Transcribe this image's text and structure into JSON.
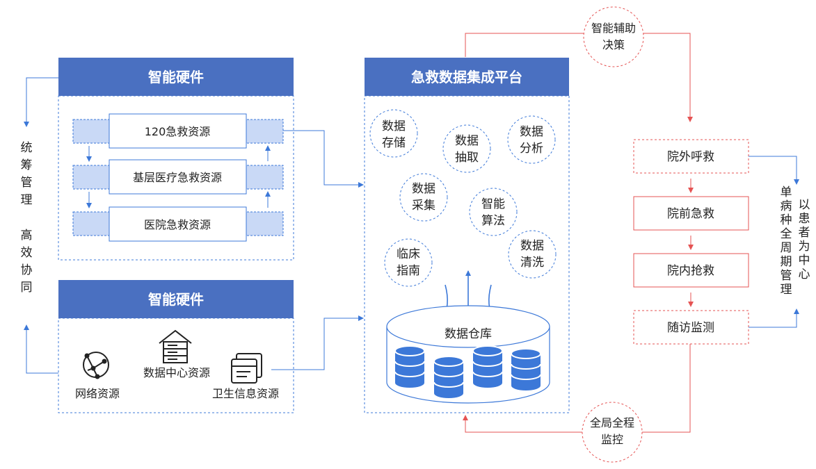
{
  "left_top": {
    "header": "智能硬件",
    "rows": [
      "120急救资源",
      "基层医疗急救资源",
      "医院急救资源"
    ]
  },
  "left_bottom": {
    "header": "智能硬件",
    "items": [
      {
        "label": "网络资源",
        "icon": "network-globe-icon"
      },
      {
        "label": "数据中心资源",
        "icon": "data-center-icon"
      },
      {
        "label": "卫生信息资源",
        "icon": "window-stack-icon"
      }
    ]
  },
  "side_left": {
    "upper": [
      "统",
      "筹",
      "管",
      "理"
    ],
    "lower": [
      "高",
      "效",
      "协",
      "同"
    ]
  },
  "platform": {
    "header": "急救数据集成平台",
    "bubbles": [
      [
        "数据",
        "存储"
      ],
      [
        "数据",
        "抽取"
      ],
      [
        "数据",
        "分析"
      ],
      [
        "数据",
        "采集"
      ],
      [
        "智能",
        "算法"
      ],
      [
        "临床",
        "指南"
      ],
      [
        "数据",
        "清洗"
      ]
    ],
    "warehouse": "数据仓库"
  },
  "decision": [
    "智能辅助",
    "决策"
  ],
  "monitor": [
    "全局全程",
    "监控"
  ],
  "flow": [
    "院外呼救",
    "院前急救",
    "院内抢救",
    "随访监测"
  ],
  "side_right": {
    "col1": [
      "以",
      "患",
      "者",
      "为",
      "中",
      "心"
    ],
    "col2": [
      "单",
      "病",
      "种",
      "全",
      "周",
      "期",
      "管",
      "理"
    ]
  },
  "colors": {
    "header": "#4a70c1",
    "blue": "#3c78d8",
    "red": "#e55353",
    "light_blue": "#c9d9f6"
  }
}
